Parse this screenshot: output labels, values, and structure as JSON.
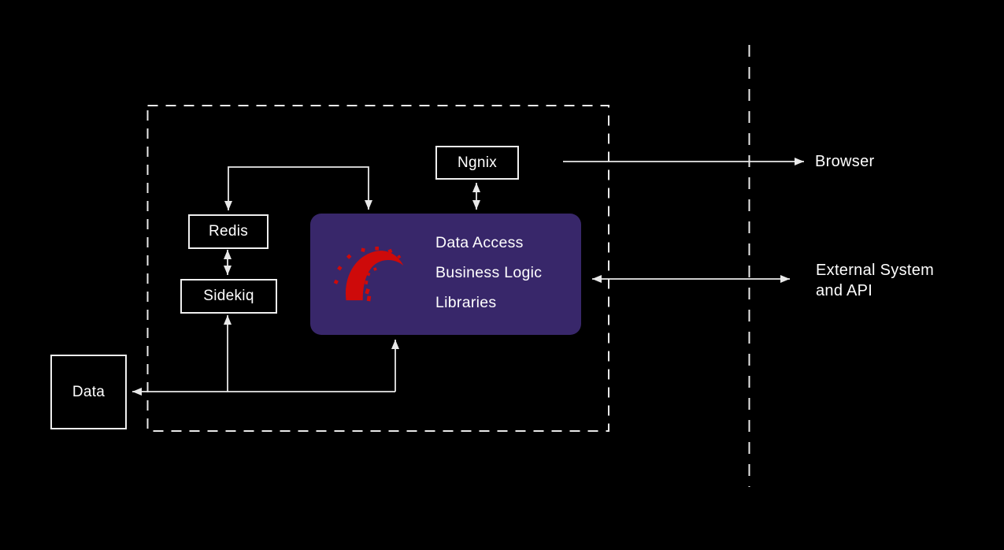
{
  "canvas": {
    "bg": "#000000",
    "line_color": "#e9e9e9",
    "box_border_color": "#efefef"
  },
  "nodes": {
    "ngnix": {
      "label": "Ngnix"
    },
    "redis": {
      "label": "Redis"
    },
    "sidekiq": {
      "label": "Sidekiq"
    },
    "data": {
      "label": "Data"
    },
    "rails": {
      "bg": "#38276a",
      "logo_icon": "rails-logo",
      "logo_color": "#ce0a0a",
      "lines": [
        "Data Access",
        "Business Logic",
        "Libraries"
      ]
    }
  },
  "labels": {
    "browser": "Browser",
    "external_line1": "External System",
    "external_line2": "and API"
  },
  "boundaries": {
    "app_container": "dashed-rectangle",
    "network_separator": "vertical-dashed-line"
  }
}
